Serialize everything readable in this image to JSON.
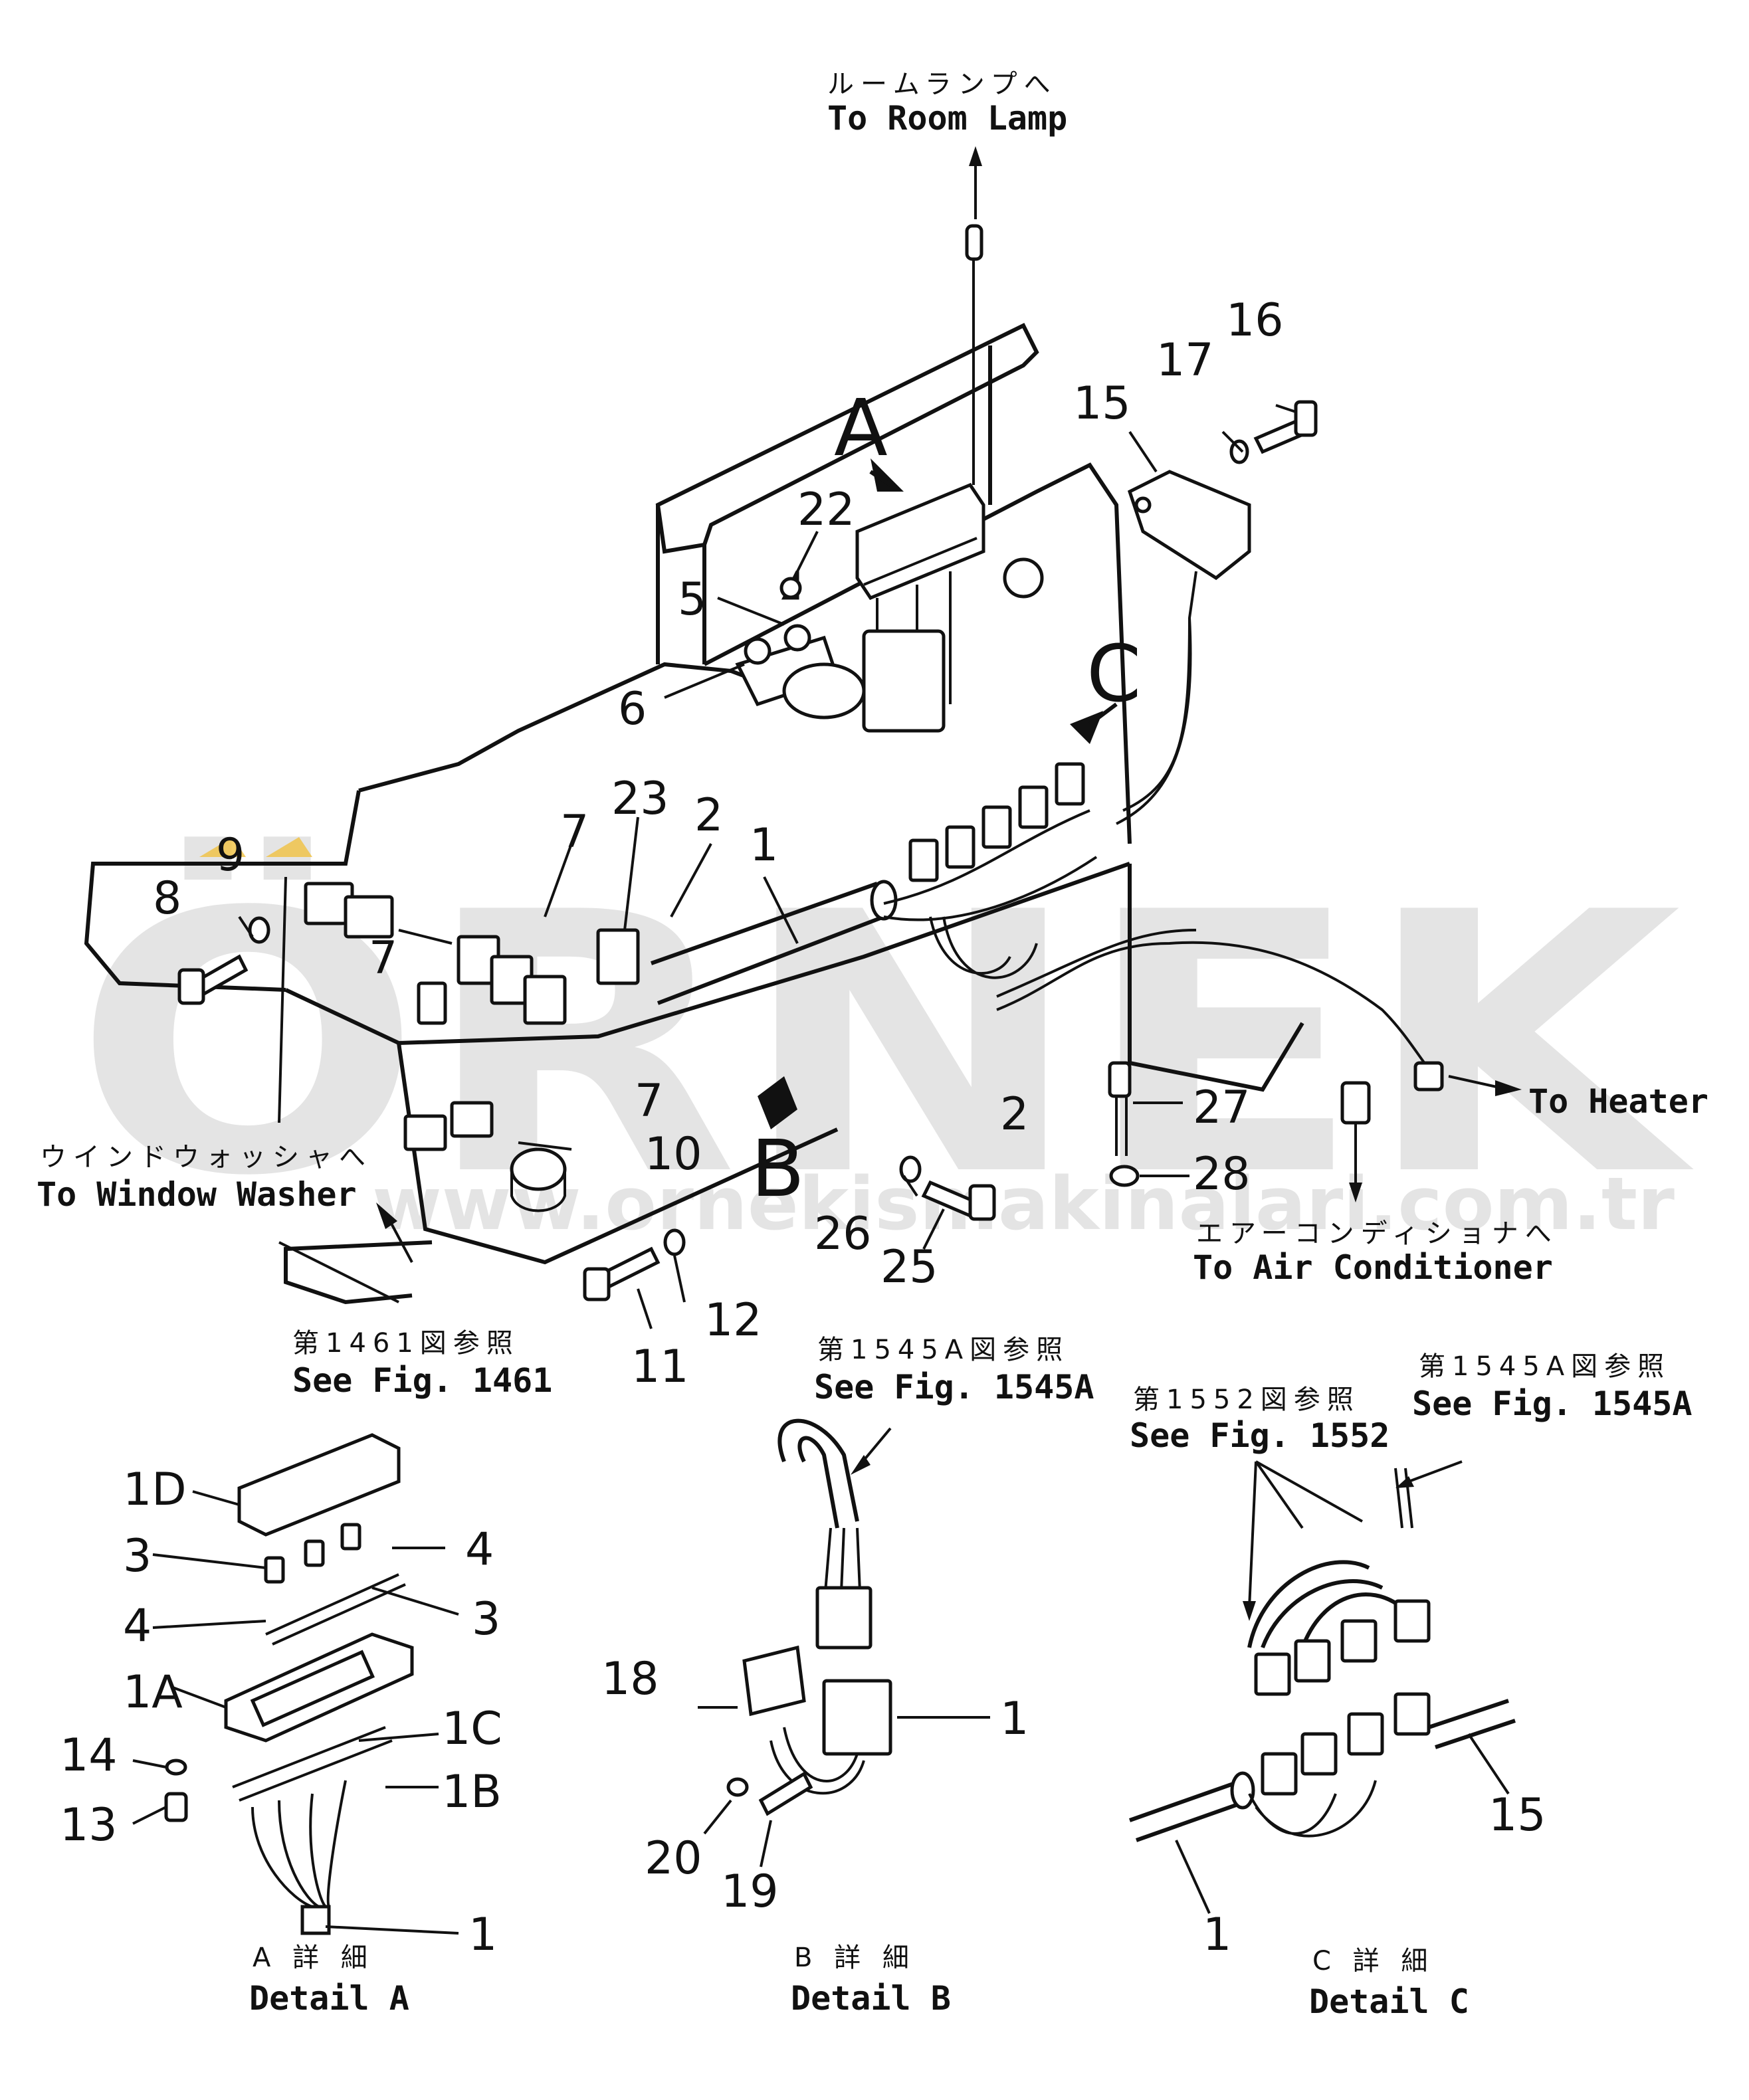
{
  "watermark": {
    "brand": "ÖRNEK",
    "url": "www.ornekismakinalari.com.tr",
    "accent_color": "#f0c040",
    "text_color": "#cfcfcf"
  },
  "destinations": {
    "room_lamp_jp": "ルームランプへ",
    "room_lamp_en": "To Room Lamp",
    "window_washer_jp": "ウインドウォッシャへ",
    "window_washer_en": "To Window Washer",
    "heater_en": "To Heater",
    "air_conditioner_jp": "エアーコンディショナへ",
    "air_conditioner_en": "To Air Conditioner"
  },
  "references": {
    "fig1461_jp": "第1461図参照",
    "fig1461_en": "See Fig. 1461",
    "fig1545a_b_jp": "第1545A図参照",
    "fig1545a_b_en": "See Fig. 1545A",
    "fig1552_jp": "第1552図参照",
    "fig1552_en": "See Fig. 1552",
    "fig1545a_c_jp": "第1545A図参照",
    "fig1545a_c_en": "See Fig. 1545A"
  },
  "detail_markers": {
    "a": "A",
    "b": "B",
    "c": "C"
  },
  "main_parts": {
    "p1": "1",
    "p2a": "2",
    "p2b": "2",
    "p5": "5",
    "p6": "6",
    "p7a": "7",
    "p7b": "7",
    "p7c": "7",
    "p8": "8",
    "p9": "9",
    "p10": "10",
    "p11": "11",
    "p12": "12",
    "p15": "15",
    "p16": "16",
    "p17": "17",
    "p22": "22",
    "p23": "23",
    "p25": "25",
    "p26": "26",
    "p27": "27",
    "p28": "28"
  },
  "detail_a": {
    "caption_jp": "A 詳 細",
    "caption_en": "Detail A",
    "parts": {
      "p1d": "1D",
      "p3a": "3",
      "p4a": "4",
      "p4b": "4",
      "p3b": "3",
      "p1a": "1A",
      "p1c": "1C",
      "p14": "14",
      "p1b": "1B",
      "p13": "13",
      "p1": "1"
    }
  },
  "detail_b": {
    "caption_jp": "B 詳 細",
    "caption_en": "Detail B",
    "parts": {
      "p18": "18",
      "p1": "1",
      "p20": "20",
      "p19": "19"
    }
  },
  "detail_c": {
    "caption_jp": "C 詳 細",
    "caption_en": "Detail C",
    "parts": {
      "p15": "15",
      "p1": "1"
    }
  }
}
